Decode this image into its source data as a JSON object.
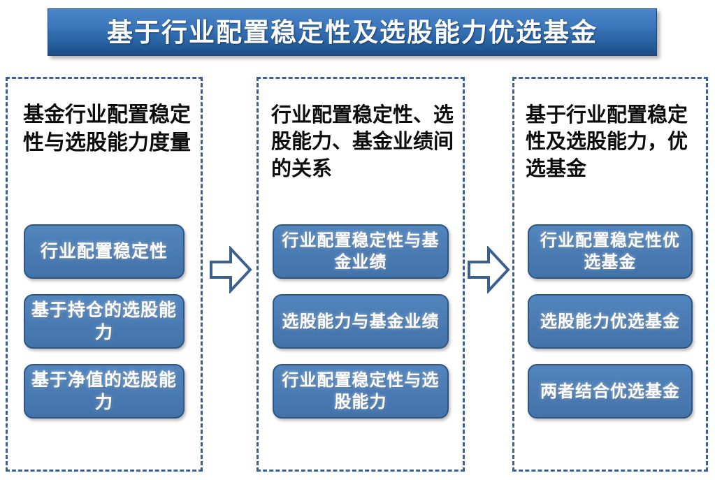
{
  "title": "基于行业配置稳定性及选股能力优选基金",
  "theme": {
    "banner_gradient_top": "#4a86c8",
    "banner_gradient_bottom": "#1d4d87",
    "panel_border": "#3a5f91",
    "box_fill": "#4a7ab2",
    "box_border": "#2e5585",
    "heading_text": "#0c0c0c",
    "box_text": "#ffffff",
    "arrow_stroke": "#3a5f91"
  },
  "columns": [
    {
      "heading": "基金行业配置稳定性与选股能力度量",
      "boxes": [
        "行业配置稳定性",
        "基于持仓的选股能力",
        "基于净值的选股能力"
      ]
    },
    {
      "heading": "行业配置稳定性、选股能力、基金业绩间的关系",
      "boxes": [
        "行业配置稳定性与基金业绩",
        "选股能力与基金业绩",
        "行业配置稳定性与选股能力"
      ]
    },
    {
      "heading": "基于行业配置稳定性及选股能力，优选基金",
      "boxes": [
        "行业配置稳定性优选基金",
        "选股能力优选基金",
        "两者结合优选基金"
      ]
    }
  ],
  "arrows": [
    {
      "name": "right-arrow-icon",
      "direction": "right"
    },
    {
      "name": "right-arrow-icon",
      "direction": "right"
    }
  ]
}
